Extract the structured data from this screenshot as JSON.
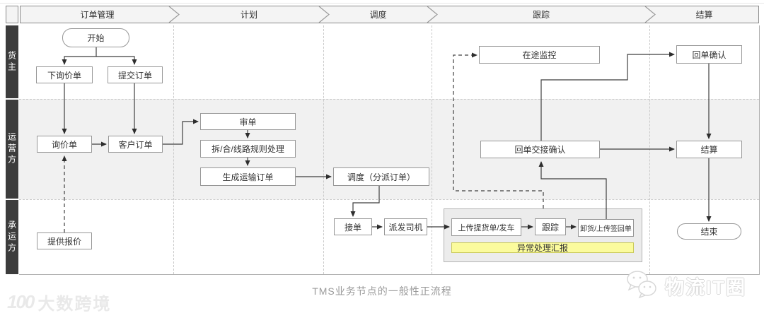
{
  "header": {
    "phases": [
      "订单管理",
      "计划",
      "调度",
      "跟踪",
      "结算"
    ]
  },
  "lanes": [
    "货主",
    "运营方",
    "承运方"
  ],
  "nodes": {
    "start": "开始",
    "place_inquiry": "下询价单",
    "submit_order": "提交订单",
    "inquiry_order": "询价单",
    "customer_order": "客户订单",
    "provide_quote": "提供报价",
    "review_order": "审单",
    "split_merge_route": "拆/合/线路规则处理",
    "generate_transport_order": "生成运输订单",
    "dispatch_assign": "调度（分派订单）",
    "accept_order": "接单",
    "assign_driver": "派发司机",
    "upload_pickup_departure": "上传提货单/发车",
    "track": "跟踪",
    "unload_upload_receipt": "卸货/上传签回单",
    "exception_report": "异常处理汇报",
    "in_transit_monitor": "在途监控",
    "receipt_confirm": "回单确认",
    "receipt_handover_confirm": "回单交接确认",
    "settlement": "结算",
    "end": "结束"
  },
  "caption": "TMS业务节点的一般性正流程",
  "watermarks": {
    "left_logo": "100",
    "left_text": "大数跨境",
    "right_text": "物流IT圈"
  },
  "colors": {
    "lane_label_bg": "#3c3c3c",
    "lane_alt_bg": "#f1f1f1",
    "header_bg": "#f4f4f4",
    "box_border": "#979797",
    "highlight_yellow": "#fbfb9d",
    "connector": "#3f3f3f"
  }
}
